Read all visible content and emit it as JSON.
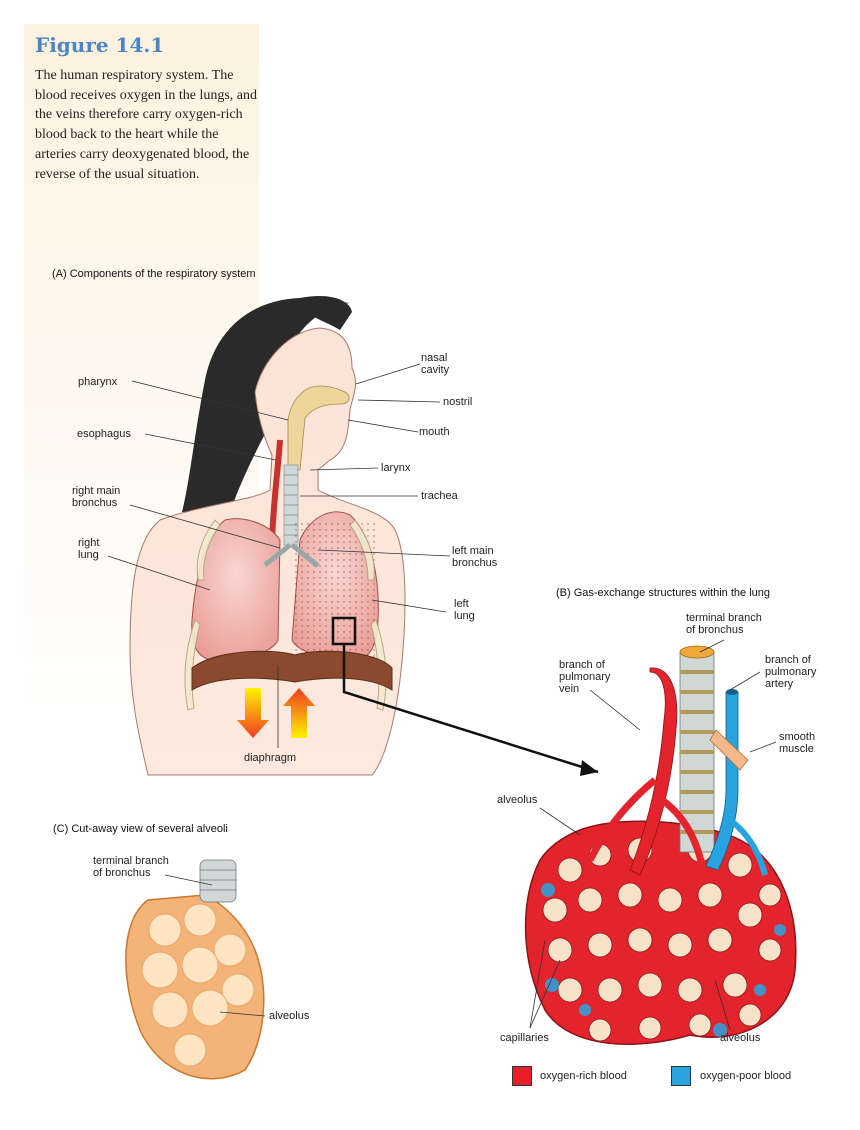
{
  "figure": {
    "title": "Figure 14.1",
    "caption": "The human respiratory system. The blood receives oxygen in the lungs, and the veins therefore carry oxygen-rich blood back to the heart while the arteries carry deoxygenated blood, the reverse of the usual situation."
  },
  "panel_a": {
    "title": "(A)  Components of the respiratory system",
    "labels": {
      "nasal_cavity": "nasal\ncavity",
      "pharynx": "pharynx",
      "nostril": "nostril",
      "esophagus": "esophagus",
      "mouth": "mouth",
      "larynx": "larynx",
      "right_main_bronchus": "right main\nbronchus",
      "trachea": "trachea",
      "right_lung": "right\nlung",
      "left_main_bronchus": "left main\nbronchus",
      "left_lung": "left\nlung",
      "diaphragm": "diaphragm"
    }
  },
  "panel_b": {
    "title": "(B)  Gas-exchange structures within the lung",
    "labels": {
      "terminal_branch": "terminal branch\nof bronchus",
      "pulmonary_vein": "branch of\npulmonary\nvein",
      "pulmonary_artery": "branch of\npulmonary\nartery",
      "smooth_muscle": "smooth\nmuscle",
      "alveolus_top": "alveolus",
      "capillaries": "capillaries",
      "alveolus_bottom": "alveolus"
    }
  },
  "panel_c": {
    "title": "(C)  Cut-away view of several alveoli",
    "labels": {
      "terminal_branch": "terminal branch\nof bronchus",
      "alveolus": "alveolus"
    }
  },
  "legend": {
    "oxygen_rich": {
      "label": "oxygen-rich blood",
      "color": "#e8202a"
    },
    "oxygen_poor": {
      "label": "oxygen-poor blood",
      "color": "#27a4e0"
    }
  }
}
